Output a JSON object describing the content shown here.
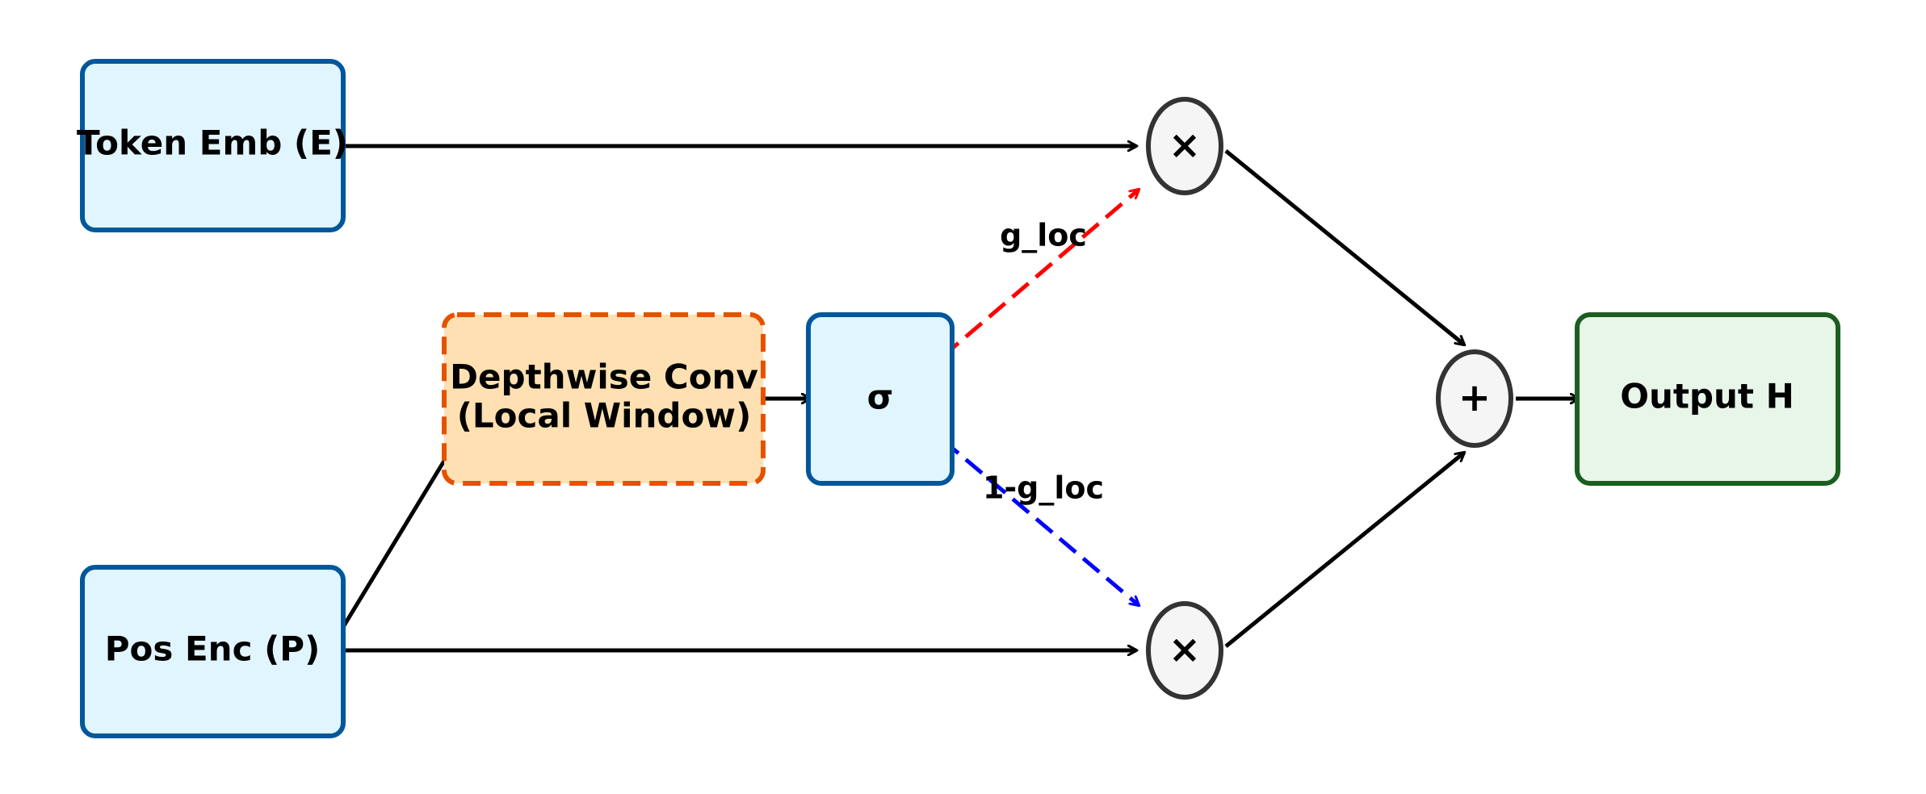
{
  "nodes": {
    "token_emb": {
      "label": "Token Emb (E)"
    },
    "pos_enc": {
      "label": "Pos Enc (P)"
    },
    "depthwise_conv": {
      "line1": "Depthwise Conv",
      "line2": "(Local Window)"
    },
    "sigmoid": {
      "label": "σ"
    },
    "mult_top": {
      "label": "×"
    },
    "mult_bottom": {
      "label": "×"
    },
    "add": {
      "label": "+"
    },
    "output": {
      "label": "Output H"
    }
  },
  "edge_labels": {
    "gate": "g_loc",
    "inverse_gate": "1-g_loc"
  },
  "colors": {
    "input_fill": "#e1f5fe",
    "input_stroke": "#01579b",
    "conv_fill": "#ffe0b2",
    "conv_stroke": "#e65100",
    "op_fill": "#f5f5f5",
    "op_stroke": "#333333",
    "output_fill": "#e8f5e9",
    "output_stroke": "#1b5e20",
    "gate_edge": "#ff0000",
    "inverse_gate_edge": "#0000ff",
    "edge": "#000000"
  }
}
